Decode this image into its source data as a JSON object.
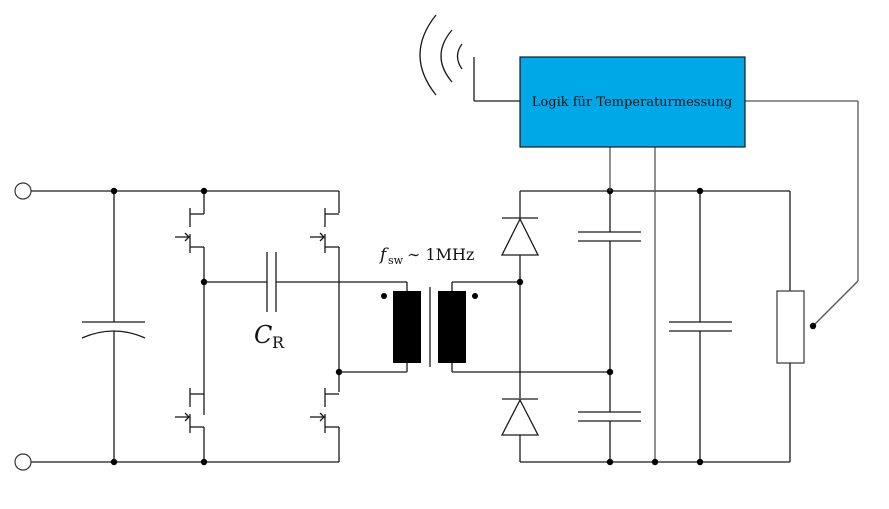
{
  "diagram": {
    "title": "Circuit schematic: resonant converter with temperature measurement logic",
    "logic_block": {
      "label": "Logik für Temperaturmessung",
      "fill_color": "#00a8e8",
      "border_color": "#1a1a1a"
    },
    "labels": {
      "resonant_capacitor": "C",
      "resonant_capacitor_subscript": "R",
      "switching_freq_symbol": "f",
      "switching_freq_subscript": "sw",
      "switching_freq_relation": "∼ 1MHz"
    },
    "components": [
      {
        "id": "input-terminal-top",
        "type": "terminal"
      },
      {
        "id": "input-terminal-bottom",
        "type": "terminal"
      },
      {
        "id": "input-capacitor",
        "type": "polarized-capacitor"
      },
      {
        "id": "mosfet-high-left",
        "type": "mosfet"
      },
      {
        "id": "mosfet-low-left",
        "type": "mosfet"
      },
      {
        "id": "mosfet-high-right",
        "type": "mosfet"
      },
      {
        "id": "mosfet-low-right",
        "type": "mosfet"
      },
      {
        "id": "resonant-capacitor",
        "type": "capacitor",
        "label": "C_R"
      },
      {
        "id": "transformer",
        "type": "transformer",
        "note": "f_sw ~ 1MHz"
      },
      {
        "id": "diode-top",
        "type": "diode"
      },
      {
        "id": "diode-bottom",
        "type": "diode"
      },
      {
        "id": "output-capacitor-top",
        "type": "capacitor"
      },
      {
        "id": "output-capacitor-bottom",
        "type": "capacitor"
      },
      {
        "id": "output-capacitor",
        "type": "capacitor"
      },
      {
        "id": "potentiometer",
        "type": "variable-resistor"
      },
      {
        "id": "antenna",
        "type": "wireless-icon"
      },
      {
        "id": "logic-block",
        "type": "block"
      }
    ]
  }
}
